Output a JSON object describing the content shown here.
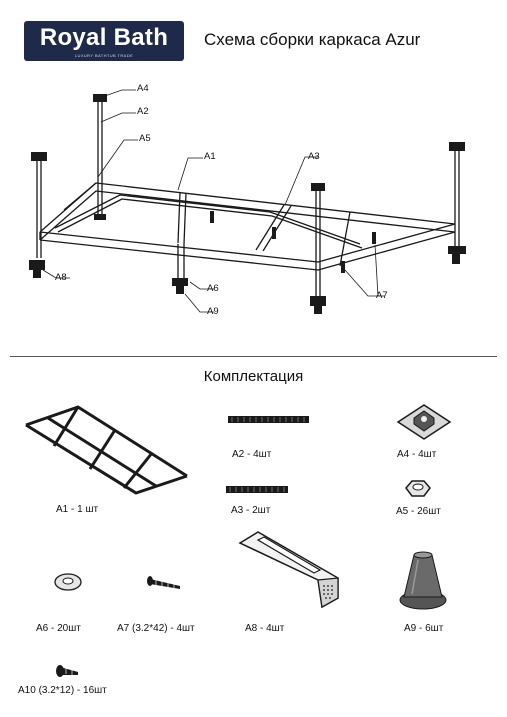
{
  "header": {
    "logo_text": "Royal Bath",
    "logo_tagline": "LUXURY BATHTUB TRADE",
    "title": "Схема сборки каркаса Azur"
  },
  "diagram": {
    "labels": {
      "a1": "A1",
      "a2": "A2",
      "a3": "A3",
      "a4": "A4",
      "a5": "A5",
      "a6": "A6",
      "a7": "A7",
      "a8": "A8",
      "a9": "A9"
    }
  },
  "kit": {
    "title": "Комплектация",
    "items": {
      "a1": "A1 - 1 шт",
      "a2": "A2 - 4шт",
      "a3": "A3 - 2шт",
      "a4": "A4 - 4шт",
      "a5": "A5 - 26шт",
      "a6": "A6 - 20шт",
      "a7": "A7 (3.2*42) - 4шт",
      "a8": "A8 - 4шт",
      "a9": "A9 - 6шт",
      "a10": "A10 (3.2*12) - 16шт"
    }
  }
}
